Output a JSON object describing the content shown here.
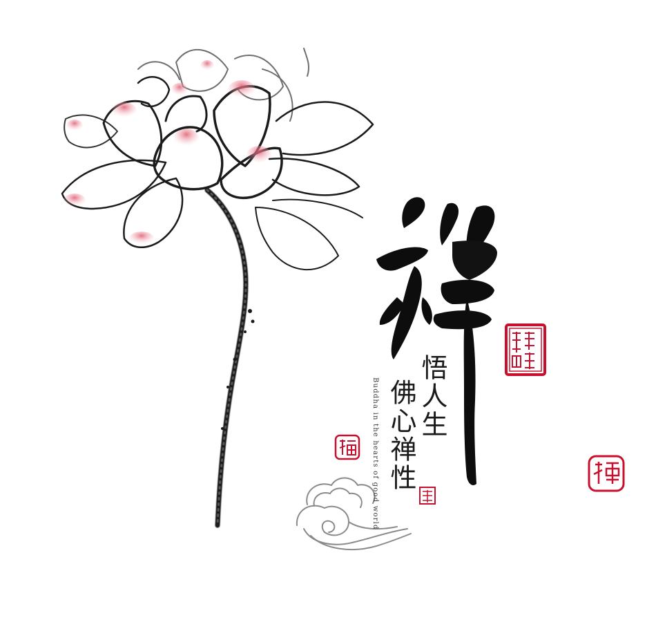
{
  "artwork": {
    "main_character": "禅",
    "poem_line_1": "悟人生",
    "poem_line_2": "佛心禅性",
    "subtitle": "Buddha in the hearts of good world"
  },
  "palette": {
    "ink": "#111111",
    "petal_pink": "#e06c7c",
    "seal_red": "#c8102e",
    "cloud_gray": "#8a8a8a"
  }
}
